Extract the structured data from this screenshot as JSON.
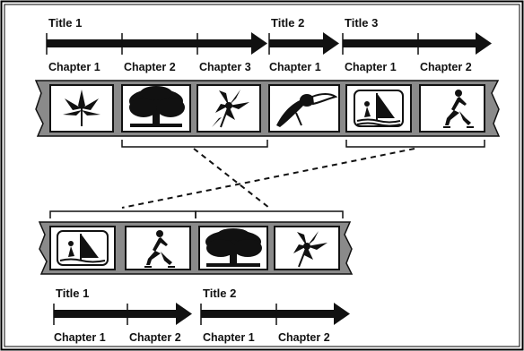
{
  "top_row": {
    "titles": [
      "Title 1",
      "Title 2",
      "Title 3"
    ],
    "chapters": [
      "Chapter 1",
      "Chapter 2",
      "Chapter 3",
      "Chapter 1",
      "Chapter 1",
      "Chapter 2"
    ],
    "frames": [
      "cannabis-leaf-icon",
      "tree-icon",
      "lily-flower-icon",
      "toucan-bird-icon",
      "windsurfer-icon",
      "skater-icon"
    ]
  },
  "bottom_row": {
    "titles": [
      "Title 1",
      "Title 2"
    ],
    "chapters": [
      "Chapter 1",
      "Chapter 2",
      "Chapter 1",
      "Chapter 2"
    ],
    "frames": [
      "windsurfer-icon",
      "skater-icon",
      "tree-icon",
      "lily-flower-icon"
    ]
  },
  "colors": {
    "ink": "#111111",
    "film_strip": "#8a8a8a",
    "frame_bg": "#ffffff",
    "border": "#000000"
  }
}
